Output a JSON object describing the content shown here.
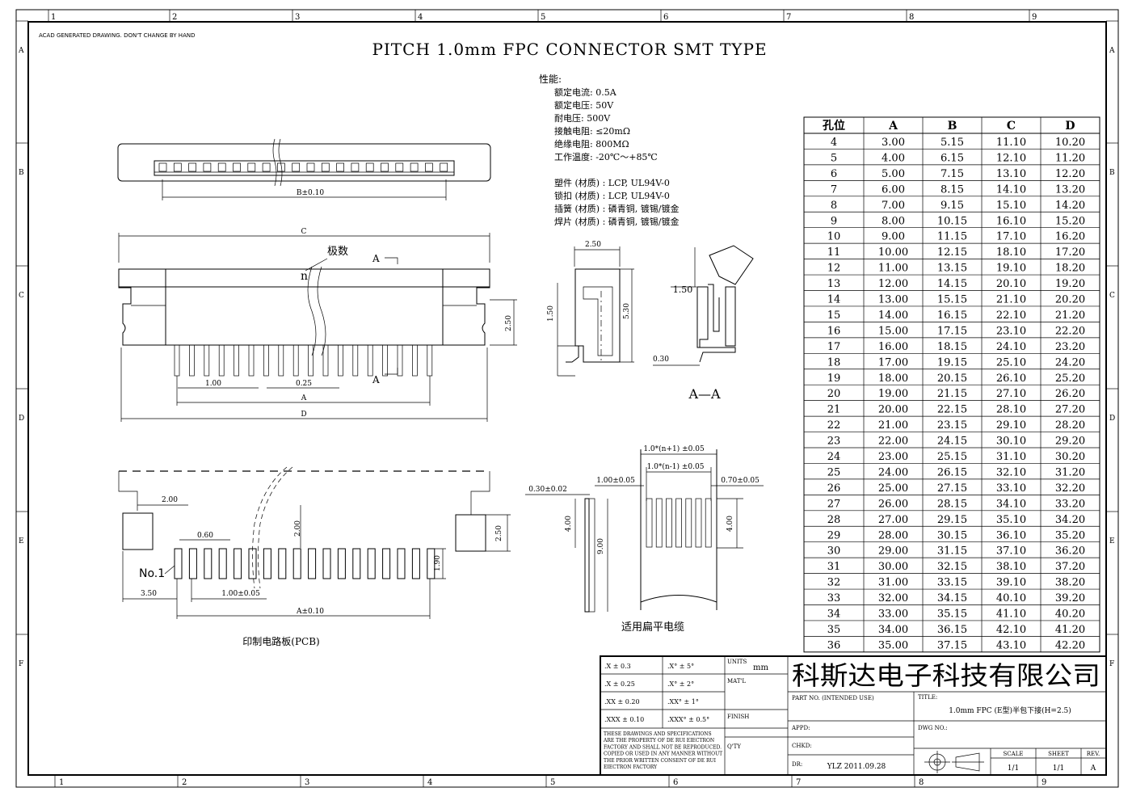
{
  "notes": {
    "acad": "ACAD GENERATED DRAWING. DON'T CHANGE BY HAND",
    "title": "PITCH 1.0mm FPC CONNECTOR SMT TYPE"
  },
  "zones": {
    "columns": [
      "1",
      "2",
      "3",
      "4",
      "5",
      "6",
      "7",
      "8",
      "9"
    ],
    "rows": [
      "A",
      "B",
      "C",
      "D",
      "E",
      "F"
    ]
  },
  "specs": {
    "heading": "性能:",
    "lines": [
      "额定电流: 0.5A",
      "额定电压: 50V",
      "耐电压: 500V",
      "接触电阻: ≤20mΩ",
      "绝缘电阻: 800MΩ",
      "工作温度: -20℃～+85℃"
    ],
    "materials": [
      "塑件 (材质) : LCP, UL94V-0",
      "锁扣 (材质) : LCP, UL94V-0",
      "插簧 (材质) : 磷青铜, 镀锡/镀金",
      "焊片 (材质) : 磷青铜, 镀锡/镀金"
    ]
  },
  "dims": {
    "b_tol": "B±0.10",
    "c": "C",
    "poles": "极数",
    "n": "n",
    "section_a": "A",
    "h250": "2.50",
    "p100": "1.00",
    "p025": "0.25",
    "a": "A",
    "d": "D",
    "s250": "2.50",
    "s150": "1.50",
    "s530": "5.30",
    "x150": "1.50",
    "x030": "0.30",
    "section_label": "A—A",
    "pcb_200": "2.00",
    "pcb_060": "0.60",
    "pcb_200v": "2.00",
    "pcb_250": "2.50",
    "pcb_no1": "No.1",
    "pcb_190": "1.90",
    "pcb_350": "3.50",
    "pcb_pitch": "1.00±0.05",
    "pcb_a": "A±0.10",
    "pcb_label": "印制电路板(PCB)",
    "fpc_n1": "1.0*(n+1) ±0.05",
    "fpc_nm1": "1.0*(n-1) ±0.05",
    "fpc_100": "1.00±0.05",
    "fpc_070": "0.70±0.05",
    "fpc_030": "0.30±0.02",
    "fpc_400a": "4.00",
    "fpc_900": "9.00",
    "fpc_400b": "4.00",
    "fpc_label": "适用扁平电缆"
  },
  "table": {
    "headers": [
      "孔位",
      "A",
      "B",
      "C",
      "D"
    ],
    "rows": [
      [
        "4",
        "3.00",
        "5.15",
        "11.10",
        "10.20"
      ],
      [
        "5",
        "4.00",
        "6.15",
        "12.10",
        "11.20"
      ],
      [
        "6",
        "5.00",
        "7.15",
        "13.10",
        "12.20"
      ],
      [
        "7",
        "6.00",
        "8.15",
        "14.10",
        "13.20"
      ],
      [
        "8",
        "7.00",
        "9.15",
        "15.10",
        "14.20"
      ],
      [
        "9",
        "8.00",
        "10.15",
        "16.10",
        "15.20"
      ],
      [
        "10",
        "9.00",
        "11.15",
        "17.10",
        "16.20"
      ],
      [
        "11",
        "10.00",
        "12.15",
        "18.10",
        "17.20"
      ],
      [
        "12",
        "11.00",
        "13.15",
        "19.10",
        "18.20"
      ],
      [
        "13",
        "12.00",
        "14.15",
        "20.10",
        "19.20"
      ],
      [
        "14",
        "13.00",
        "15.15",
        "21.10",
        "20.20"
      ],
      [
        "15",
        "14.00",
        "16.15",
        "22.10",
        "21.20"
      ],
      [
        "16",
        "15.00",
        "17.15",
        "23.10",
        "22.20"
      ],
      [
        "17",
        "16.00",
        "18.15",
        "24.10",
        "23.20"
      ],
      [
        "18",
        "17.00",
        "19.15",
        "25.10",
        "24.20"
      ],
      [
        "19",
        "18.00",
        "20.15",
        "26.10",
        "25.20"
      ],
      [
        "20",
        "19.00",
        "21.15",
        "27.10",
        "26.20"
      ],
      [
        "21",
        "20.00",
        "22.15",
        "28.10",
        "27.20"
      ],
      [
        "22",
        "21.00",
        "23.15",
        "29.10",
        "28.20"
      ],
      [
        "23",
        "22.00",
        "24.15",
        "30.10",
        "29.20"
      ],
      [
        "24",
        "23.00",
        "25.15",
        "31.10",
        "30.20"
      ],
      [
        "25",
        "24.00",
        "26.15",
        "32.10",
        "31.20"
      ],
      [
        "26",
        "25.00",
        "27.15",
        "33.10",
        "32.20"
      ],
      [
        "27",
        "26.00",
        "28.15",
        "34.10",
        "33.20"
      ],
      [
        "28",
        "27.00",
        "29.15",
        "35.10",
        "34.20"
      ],
      [
        "29",
        "28.00",
        "30.15",
        "36.10",
        "35.20"
      ],
      [
        "30",
        "29.00",
        "31.15",
        "37.10",
        "36.20"
      ],
      [
        "31",
        "30.00",
        "32.15",
        "38.10",
        "37.20"
      ],
      [
        "32",
        "31.00",
        "33.15",
        "39.10",
        "38.20"
      ],
      [
        "33",
        "32.00",
        "34.15",
        "40.10",
        "39.20"
      ],
      [
        "34",
        "33.00",
        "35.15",
        "41.10",
        "40.20"
      ],
      [
        "35",
        "34.00",
        "36.15",
        "42.10",
        "41.20"
      ],
      [
        "36",
        "35.00",
        "37.15",
        "43.10",
        "42.20"
      ]
    ]
  },
  "titleblock": {
    "tol_linear": [
      ".X ± 0.3",
      ".X ± 0.25",
      ".XX ± 0.20",
      ".XXX ± 0.10"
    ],
    "tol_angle": [
      ".X° ± 5°",
      ".X° ± 2°",
      ".XX° ± 1°",
      ".XXX° ± 0.5°"
    ],
    "units_label": "UNITS",
    "units_value": "mm",
    "matl_label": "MAT'L",
    "finish_label": "FINISH",
    "qty_label": "Q'TY",
    "disclaimer": "THESE DRAWINGS AND SPECIFICATIONS ARE THE PROPERTY OF DE RUI EIECTRON FACTORY AND SHALL NOT BE REPRODUCED. COPIED OR USED IN ANY MANNER WITHOUT THE PRIOR WRITTEN CONSENT OF DE RUI EIECTRON FACTORY",
    "company": "科斯达电子科技有限公司",
    "part_no_label": "PART NO. (INTENDED USE)",
    "title_label": "TITLE:",
    "title_value": "1.0mm FPC (E型)半包下接(H=2.5)",
    "appd_label": "APPD:",
    "chkd_label": "CHKD:",
    "dr_label": "DR:",
    "dr_value": "YLZ 2011.09.28",
    "dwg_label": "DWG NO.:",
    "scale_label": "SCALE",
    "scale_value": "1/1",
    "sheet_label": "SHEET",
    "sheet_value": "1/1",
    "rev_label": "REV.",
    "rev_value": "A"
  }
}
